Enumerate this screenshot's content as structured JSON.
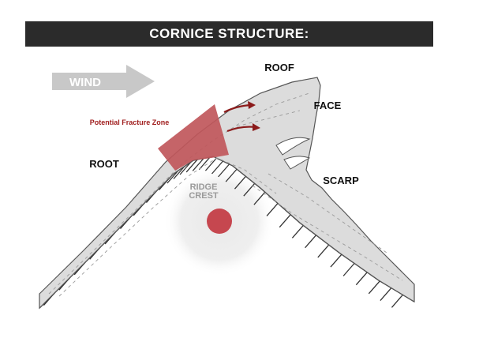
{
  "title": "CORNICE STRUCTURE:",
  "labels": {
    "wind": "WIND",
    "roof": "ROOF",
    "face": "FACE",
    "scarp": "SCARP",
    "root": "ROOT",
    "fracture_zone": "Potential Fracture Zone",
    "ridge": "RIDGE",
    "crest": "CREST"
  },
  "colors": {
    "title_bar": "#2b2b2b",
    "snow": "#dcdcdc",
    "fracture_zone": "#c0575b",
    "arrow": "#8b1a1a",
    "wind_arrow": "#c8c8c8",
    "crest_dot": "#c6474f"
  }
}
